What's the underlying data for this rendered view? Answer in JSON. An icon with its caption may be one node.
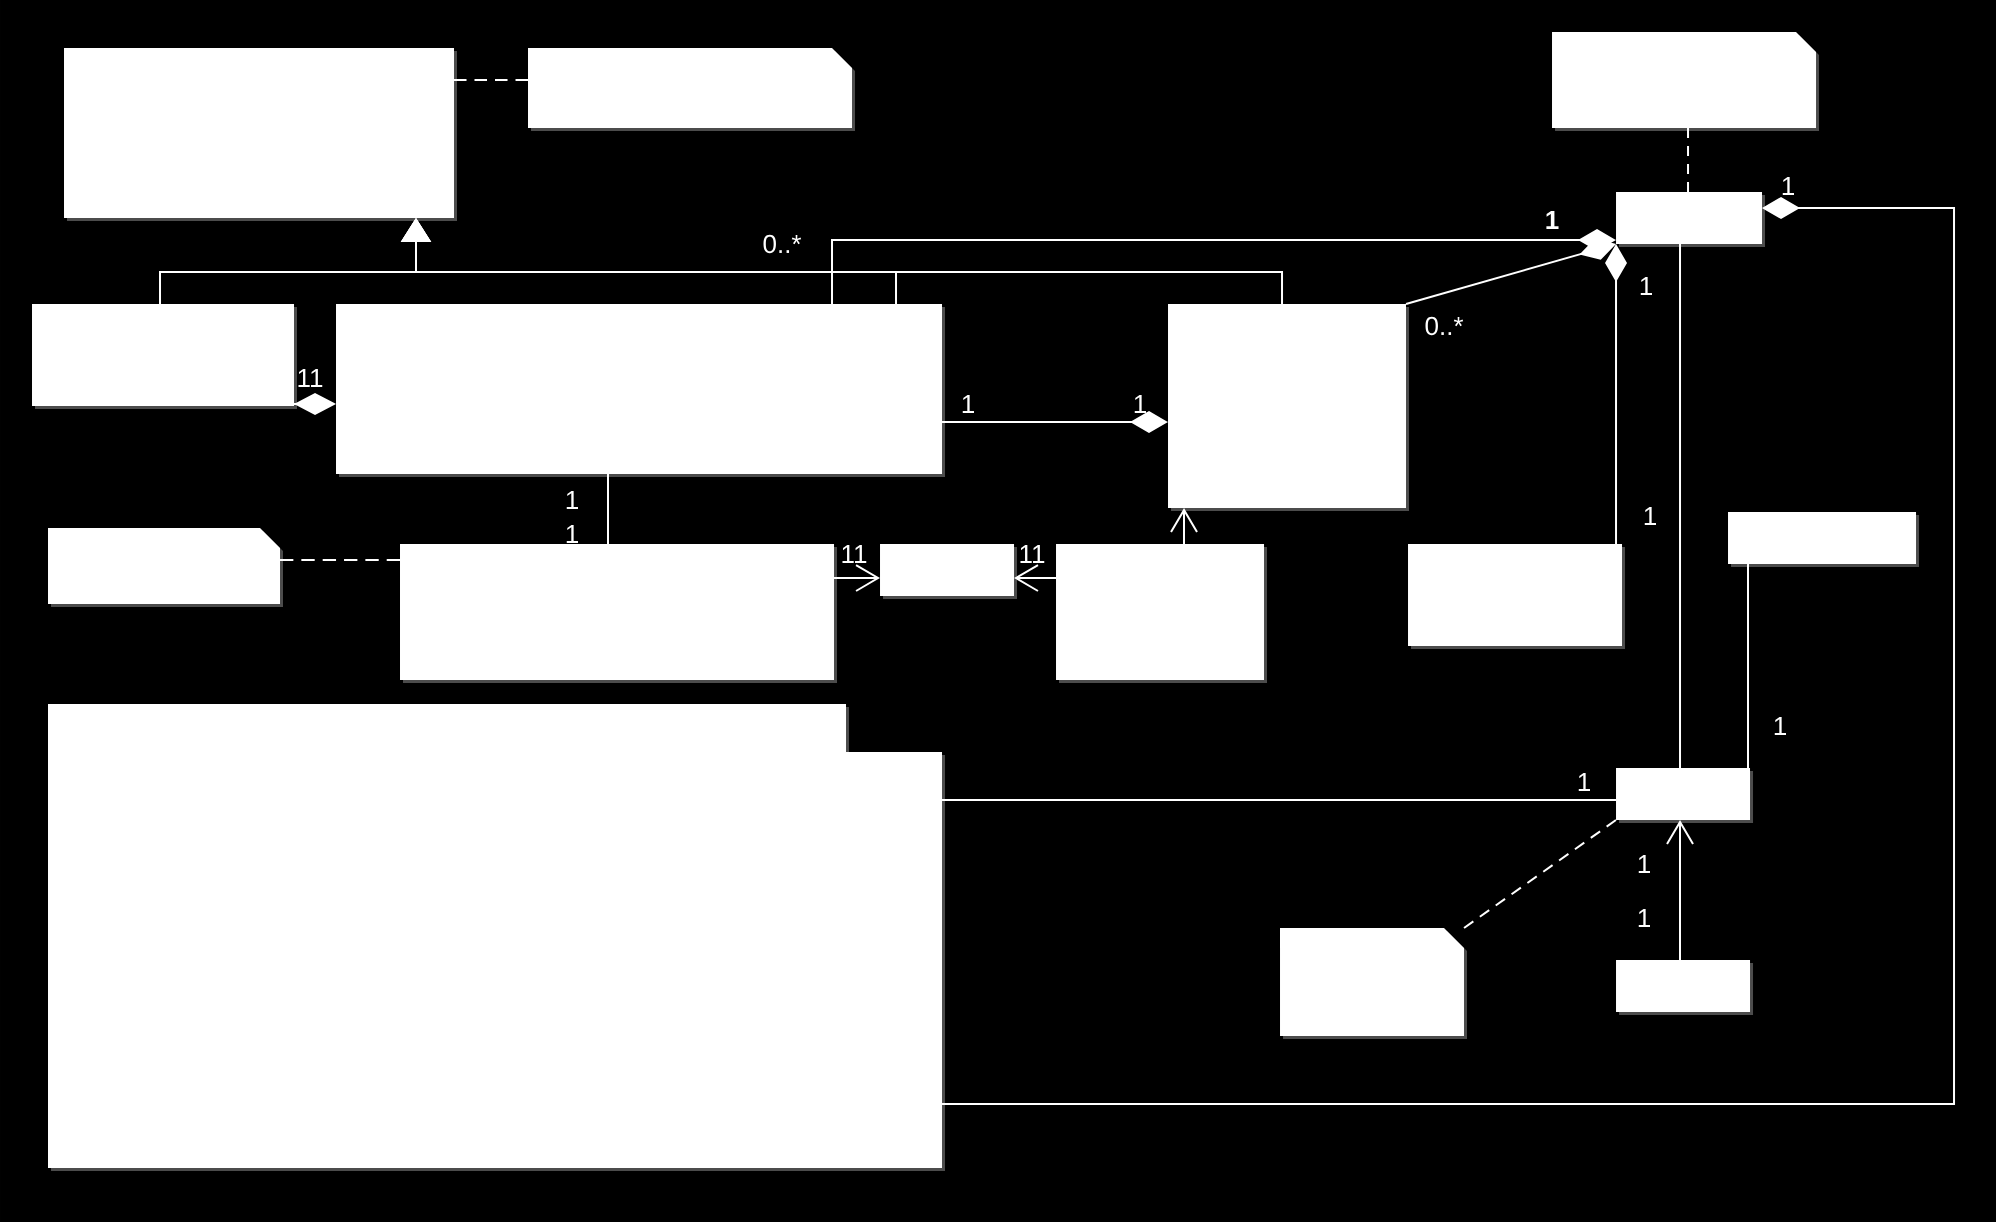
{
  "diagram": {
    "nodes": [
      {
        "text": [],
        "shape": "box"
      },
      {
        "text": [],
        "shape": "note"
      },
      {
        "text": [],
        "shape": "note"
      },
      {
        "text": [],
        "shape": "box"
      },
      {
        "text": [],
        "shape": "box"
      },
      {
        "text": [],
        "shape": "box"
      },
      {
        "text": [],
        "shape": "box"
      },
      {
        "text": [],
        "shape": "note"
      },
      {
        "text": [],
        "shape": "box"
      },
      {
        "text": [],
        "shape": "box"
      },
      {
        "text": [],
        "shape": "box"
      },
      {
        "text": [],
        "shape": "box"
      },
      {
        "text": [],
        "shape": "box"
      },
      {
        "text": [],
        "shape": "folder"
      },
      {
        "text": [],
        "shape": "box"
      },
      {
        "text": [],
        "shape": "note"
      },
      {
        "text": [],
        "shape": "box"
      }
    ],
    "edges": [
      {
        "from": 4,
        "to": 0,
        "arrow": "to"
      },
      {
        "from": 5,
        "to": 0,
        "arrow": "to"
      },
      {
        "from": 6,
        "to": 0,
        "arrow": "to"
      },
      {
        "from": 0,
        "to": 1,
        "arrow": "none",
        "style": "dashed"
      },
      {
        "from": 5,
        "to": 3,
        "arrow": "other"
      },
      {
        "from": 6,
        "to": 3,
        "arrow": "other"
      },
      {
        "from": 11,
        "to": 3,
        "arrow": "other"
      },
      {
        "from": 13,
        "to": 3,
        "arrow": "other"
      },
      {
        "from": 2,
        "to": 3,
        "arrow": "none",
        "style": "dashed"
      },
      {
        "from": 3,
        "to": 14,
        "arrow": "none"
      },
      {
        "from": 4,
        "to": 5,
        "arrow": "other"
      },
      {
        "from": 5,
        "to": 6,
        "arrow": "other"
      },
      {
        "from": 5,
        "to": 8,
        "arrow": "none"
      },
      {
        "from": 7,
        "to": 8,
        "arrow": "none",
        "style": "dashed"
      },
      {
        "from": 8,
        "to": 9,
        "arrow": "to"
      },
      {
        "from": 10,
        "to": 9,
        "arrow": "to"
      },
      {
        "from": 10,
        "to": 6,
        "arrow": "to"
      },
      {
        "from": 12,
        "to": 14,
        "arrow": "none"
      },
      {
        "from": 13,
        "to": 14,
        "arrow": "none"
      },
      {
        "from": 15,
        "to": 14,
        "arrow": "none",
        "style": "dashed"
      },
      {
        "from": 16,
        "to": 14,
        "arrow": "to"
      }
    ],
    "labels": [
      "1",
      "1",
      "0..*",
      "1",
      "0..*",
      "11",
      "1",
      "1",
      "1",
      "1",
      "1",
      "11",
      "11",
      "1",
      "1",
      "1",
      "1"
    ]
  }
}
